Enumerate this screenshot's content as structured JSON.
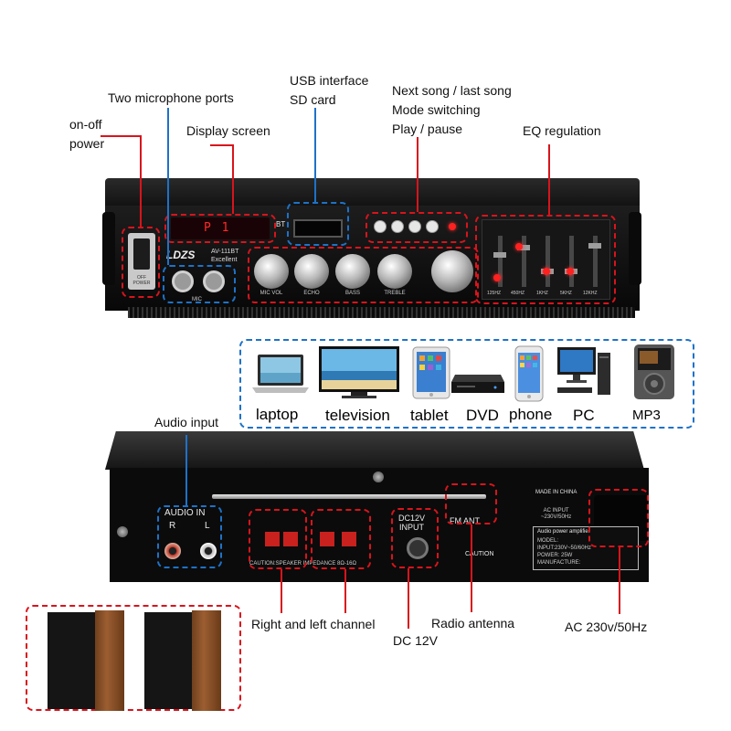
{
  "labels": {
    "on_off_power": "on-off\npower",
    "mic_ports": "Two microphone ports",
    "display_screen": "Display screen",
    "usb_interface": "USB interface",
    "sd_card": "SD card",
    "next_last_song": "Next song / last song",
    "mode_switching": "Mode switching",
    "play_pause": "Play / pause",
    "eq_regulation": "EQ regulation",
    "audio_input": "Audio input",
    "right_left_channel": "Right and left channel",
    "dc_12v": "DC 12V",
    "radio_antenna": "Radio antenna",
    "ac_power": "AC 230v/50Hz"
  },
  "devices": [
    {
      "name": "laptop"
    },
    {
      "name": "television"
    },
    {
      "name": "tablet"
    },
    {
      "name": "DVD"
    },
    {
      "name": "phone"
    },
    {
      "name": "PC"
    },
    {
      "name": "MP3"
    }
  ],
  "front_panel": {
    "display_text": "P 1",
    "brand": "LDZS",
    "model": "AV-111BT",
    "model_sub": "Excellent",
    "power_text": "OFF\nPOWER",
    "mic_text": "MIC",
    "knobs": [
      "MIC VOL",
      "ECHO",
      "BASS",
      "TREBLE"
    ],
    "eq_bands": [
      "125HZ",
      "450HZ",
      "1KHZ",
      "5KHZ",
      "12KHZ"
    ]
  },
  "back_panel": {
    "audio_in": "AUDIO IN",
    "r": "R",
    "l": "L",
    "dc_input": "DC12V\nINPUT",
    "fm_ant": "FM ANT",
    "speaker_caution": "CAUTION:SPEAKER IMPEDANCE 8Ω-16Ω",
    "caution": "CAUTION",
    "made_in": "MADE IN CHINA",
    "ac_input": "AC INPUT\n~230V/50Hz",
    "plate_title": "Audio power amplifier",
    "plate_lines": [
      "MODEL:",
      "INPUT:230V~50/60Hz",
      "POWER:    25W",
      "MANUFACTURE:"
    ]
  },
  "colors": {
    "callout_red": "#d8141c",
    "callout_blue": "#1e72c8"
  }
}
